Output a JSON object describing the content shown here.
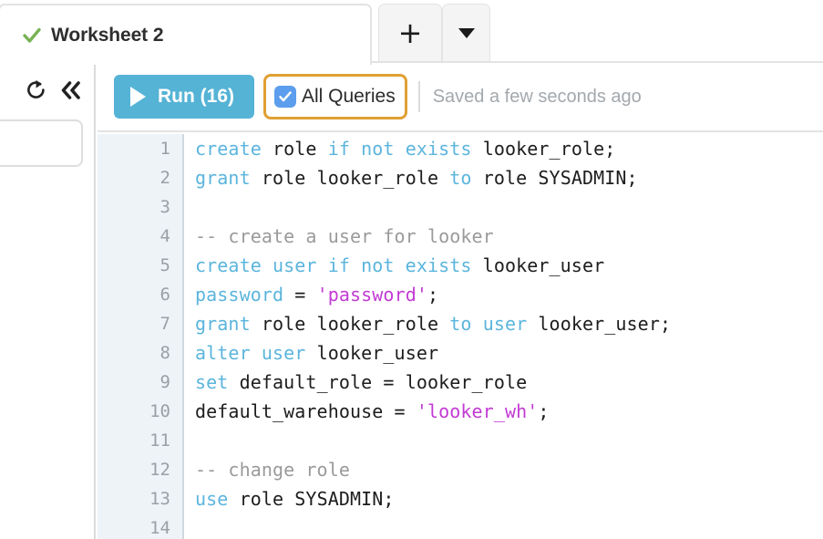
{
  "tabbar": {
    "active_tab": {
      "label": "Worksheet 2",
      "status_icon": "green-check-icon"
    },
    "add_tab_label": "+",
    "menu_caret_icon": "caret-down-icon"
  },
  "sidebar": {
    "refresh_icon": "refresh-icon",
    "collapse_icon": "double-chevron-left-icon"
  },
  "toolbar": {
    "run_label": "Run (16)",
    "run_icon": "play-icon",
    "run_color": "#55b3d5",
    "all_queries_label": "All Queries",
    "all_queries_checked": true,
    "checkbox_color": "#5c9ded",
    "highlight_color": "#e0a034",
    "saved_status": "Saved a few seconds ago"
  },
  "editor": {
    "language": "sql",
    "line_numbers": [
      "1",
      "2",
      "3",
      "4",
      "5",
      "6",
      "7",
      "8",
      "9",
      "10",
      "11",
      "12",
      "13",
      "14"
    ],
    "colors": {
      "keyword": "#5bb5dd",
      "string": "#c23ad3",
      "comment": "#9a9a9a",
      "plain": "#1d1d1d",
      "gutter_bg": "#eef3f7",
      "gutter_text": "#99a0a6"
    },
    "lines": [
      {
        "n": "1",
        "tokens": [
          {
            "t": "create",
            "c": "k"
          },
          {
            "t": " role ",
            "c": "pl"
          },
          {
            "t": "if not exists",
            "c": "k"
          },
          {
            "t": " looker_role;",
            "c": "pl"
          }
        ]
      },
      {
        "n": "2",
        "tokens": [
          {
            "t": "grant",
            "c": "k"
          },
          {
            "t": " role looker_role ",
            "c": "pl"
          },
          {
            "t": "to",
            "c": "k"
          },
          {
            "t": " role SYSADMIN;",
            "c": "pl"
          }
        ]
      },
      {
        "n": "3",
        "tokens": []
      },
      {
        "n": "4",
        "tokens": [
          {
            "t": "-- create a user for looker",
            "c": "cm"
          }
        ]
      },
      {
        "n": "5",
        "tokens": [
          {
            "t": "create user if not exists",
            "c": "k"
          },
          {
            "t": " looker_user",
            "c": "pl"
          }
        ]
      },
      {
        "n": "6",
        "tokens": [
          {
            "t": "password",
            "c": "k"
          },
          {
            "t": " = ",
            "c": "pl"
          },
          {
            "t": "'password'",
            "c": "s"
          },
          {
            "t": ";",
            "c": "pl"
          }
        ]
      },
      {
        "n": "7",
        "tokens": [
          {
            "t": "grant",
            "c": "k"
          },
          {
            "t": " role looker_role ",
            "c": "pl"
          },
          {
            "t": "to user",
            "c": "k"
          },
          {
            "t": " looker_user;",
            "c": "pl"
          }
        ]
      },
      {
        "n": "8",
        "tokens": [
          {
            "t": "alter user",
            "c": "k"
          },
          {
            "t": " looker_user",
            "c": "pl"
          }
        ]
      },
      {
        "n": "9",
        "tokens": [
          {
            "t": "set",
            "c": "k"
          },
          {
            "t": " default_role = looker_role",
            "c": "pl"
          }
        ]
      },
      {
        "n": "10",
        "tokens": [
          {
            "t": "default_warehouse = ",
            "c": "pl"
          },
          {
            "t": "'looker_wh'",
            "c": "s"
          },
          {
            "t": ";",
            "c": "pl"
          }
        ]
      },
      {
        "n": "11",
        "tokens": []
      },
      {
        "n": "12",
        "tokens": [
          {
            "t": "-- change role",
            "c": "cm"
          }
        ]
      },
      {
        "n": "13",
        "tokens": [
          {
            "t": "use",
            "c": "k"
          },
          {
            "t": " role SYSADMIN;",
            "c": "pl"
          }
        ]
      },
      {
        "n": "14",
        "tokens": []
      }
    ]
  }
}
